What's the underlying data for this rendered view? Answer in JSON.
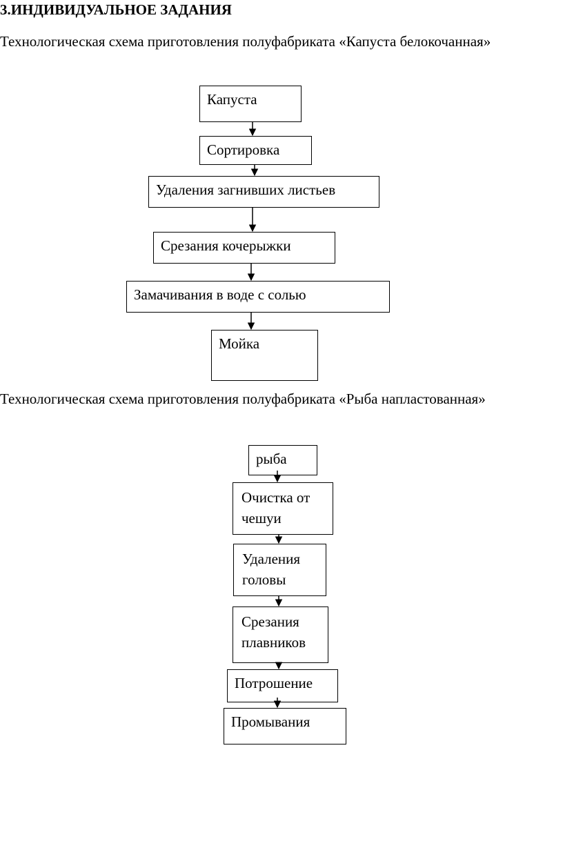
{
  "heading": "3.ИНДИВИДУАЛЬНОЕ ЗАДАНИЯ",
  "scheme1": {
    "caption": "Технологическая схема приготовления полуфабриката «Капуста белокочанная»",
    "steps": [
      "Капуста",
      "Сортировка",
      "Удаления загнивших листьев",
      "Срезания кочерыжки",
      "Замачивания в воде с солью",
      "Мойка"
    ]
  },
  "scheme2": {
    "caption": "Технологическая схема приготовления полуфабриката «Рыба напластованная»",
    "steps": [
      "рыба",
      "Очистка от чешуи",
      "Удаления головы",
      "Срезания плавников",
      "Потрошение",
      "Промывания"
    ]
  }
}
